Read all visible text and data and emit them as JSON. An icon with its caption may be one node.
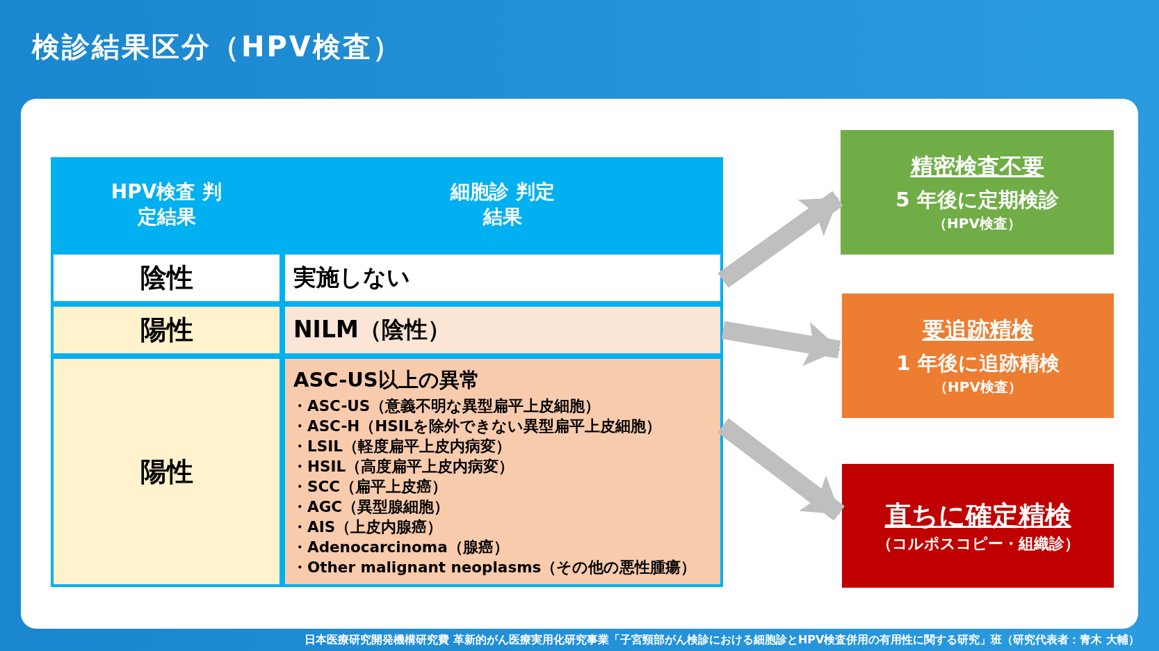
{
  "diagram": {
    "title": "検診結果区分（HPV検査）",
    "caption": "日本医療研究開発機構研究費 革新的がん医療実用化研究事業「子宮頸部がん検診における細胞診とHPV検査併用の有用性に関する研究」班（研究代表者：青木 大輔）",
    "nodes": [
      {
        "text": [
          "HPV検査 判定結果"
        ]
      },
      {
        "text": [
          "細胞診 判定結果"
        ]
      },
      {
        "text": [
          "陰性"
        ]
      },
      {
        "text": [
          "実施しない"
        ]
      },
      {
        "text": [
          "陽性"
        ]
      },
      {
        "text": [
          "NILM（陰性）"
        ]
      },
      {
        "text": [
          "陽性"
        ]
      },
      {
        "text": [
          "ASC-US以上の異常",
          "・ASC-US（意義不明な異型扁平上皮細胞）",
          "・ASC-H（HSILを除外できない異型扁平上皮細胞）",
          "・LSIL（軽度扁平上皮内病変）",
          "・HSIL（高度扁平上皮内病変）",
          "・SCC（扁平上皮癌）",
          "・AGC（異型腺細胞）",
          "・AIS（上皮内腺癌）",
          "・Adenocarcinoma（腺癌）",
          "・Other malignant neoplasms（その他の悪性腫瘍）"
        ]
      },
      {
        "text": [
          "精密検査不要",
          "5 年後に定期検診",
          "（HPV検査）"
        ]
      },
      {
        "text": [
          "要追跡精検",
          "1 年後に追跡精検",
          "（HPV検査）"
        ]
      },
      {
        "text": [
          "直ちに確定精検",
          "（コルポスコピー・組織診）"
        ]
      }
    ],
    "edges": [
      {
        "from": 3,
        "to": 8,
        "arrow": "to"
      },
      {
        "from": 5,
        "to": 9,
        "arrow": "to"
      },
      {
        "from": 7,
        "to": 10,
        "arrow": "to"
      }
    ]
  }
}
